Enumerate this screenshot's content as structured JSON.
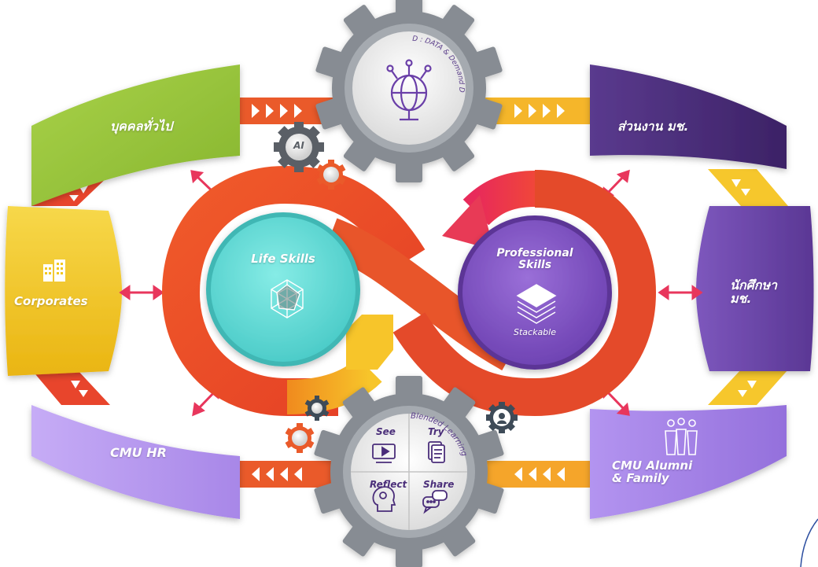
{
  "colors": {
    "green": "#9bc53d",
    "yellow": "#f2c81f",
    "lavender": "#b89af0",
    "dark_purple": "#4a2d7a",
    "purple": "#6a45a8",
    "orange": "#e8572a",
    "teal": "#6fd9d6",
    "violet": "#7b4db8",
    "gear_grey": "#8a8f96",
    "arrow_red": "#e8365c"
  },
  "nodes": {
    "general_public": "บุคคลทั่วไป",
    "cmu_units": "ส่วนงาน มช.",
    "corporates": "Corporates",
    "cmu_students_line1": "นักศึกษา",
    "cmu_students_line2": "มช.",
    "cmu_hr": "CMU HR",
    "alumni_line1": "CMU Alumni",
    "alumni_line2": "& Family"
  },
  "top_gear": {
    "caption": "D : DATA & Demand Driven",
    "icon": "globe-network-icon"
  },
  "bottom_gear": {
    "caption": "Blended Learning",
    "quadrants": [
      "See",
      "Try",
      "Reflect",
      "Share"
    ],
    "icons": [
      "video-screen-icon",
      "document-icon",
      "head-thinking-icon",
      "chat-bubbles-icon"
    ]
  },
  "small_gears": {
    "ai": "AI",
    "icons": [
      "gear-dot-icon",
      "person-gear-icon"
    ]
  },
  "life_skills": {
    "title": "Life Skills",
    "icon": "radar-chart-icon"
  },
  "professional_skills": {
    "title_line1": "Professional",
    "title_line2": "Skills",
    "subtitle": "Stackable",
    "icon": "layers-icon"
  },
  "corporates_icon": "building-icon",
  "alumni_icon": "family-icon"
}
